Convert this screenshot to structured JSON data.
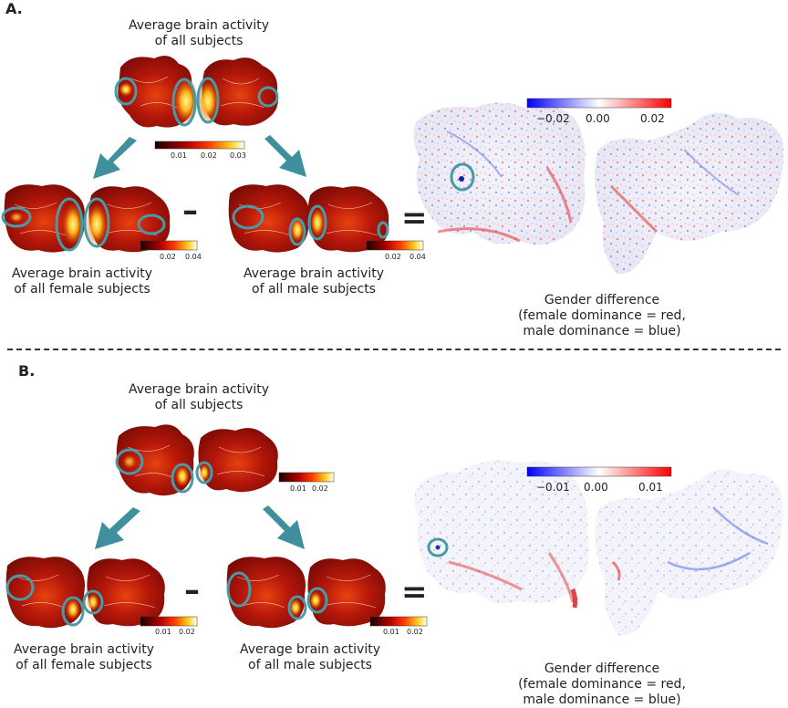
{
  "panels": [
    {
      "label": "A.",
      "top_caption": [
        "Average brain activity",
        "of all subjects"
      ],
      "female_caption": [
        "Average brain activity",
        "of all female subjects"
      ],
      "male_caption": [
        "Average brain activity",
        "of all male subjects"
      ],
      "diff_caption": [
        "Gender difference",
        "(female dominance = red,",
        "male dominance = blue)"
      ],
      "top_scale_ticks": [
        "0.01",
        "0.02",
        "0.03"
      ],
      "female_scale_ticks": [
        "0.02",
        "0.04"
      ],
      "male_scale_ticks": [
        "0.02",
        "0.04"
      ],
      "diff_scale_ticks": [
        "−0.02",
        "0.00",
        "0.02"
      ]
    },
    {
      "label": "B.",
      "top_caption": [
        "Average brain activity",
        "of all subjects"
      ],
      "female_caption": [
        "Average brain activity",
        "of all female subjects"
      ],
      "male_caption": [
        "Average brain activity",
        "of all male subjects"
      ],
      "diff_caption": [
        "Gender difference",
        "(female dominance = red,",
        "male dominance = blue)"
      ],
      "top_scale_ticks": [
        "0.01",
        "0.02"
      ],
      "female_scale_ticks": [
        "0.01",
        "0.02"
      ],
      "male_scale_ticks": [
        "0.01",
        "0.02"
      ],
      "diff_scale_ticks": [
        "−0.01",
        "0.00",
        "0.01"
      ]
    }
  ],
  "operators": {
    "minus": "–",
    "equals": "="
  },
  "colors": {
    "arrow": "#3f8f9c",
    "circle": "#4a9aa5",
    "brain_dark": "#8b0d06",
    "brain_mid": "#c8200a",
    "brain_hot": "#ffd21e",
    "diff_red": "#e53030",
    "diff_blue": "#3050e0"
  }
}
